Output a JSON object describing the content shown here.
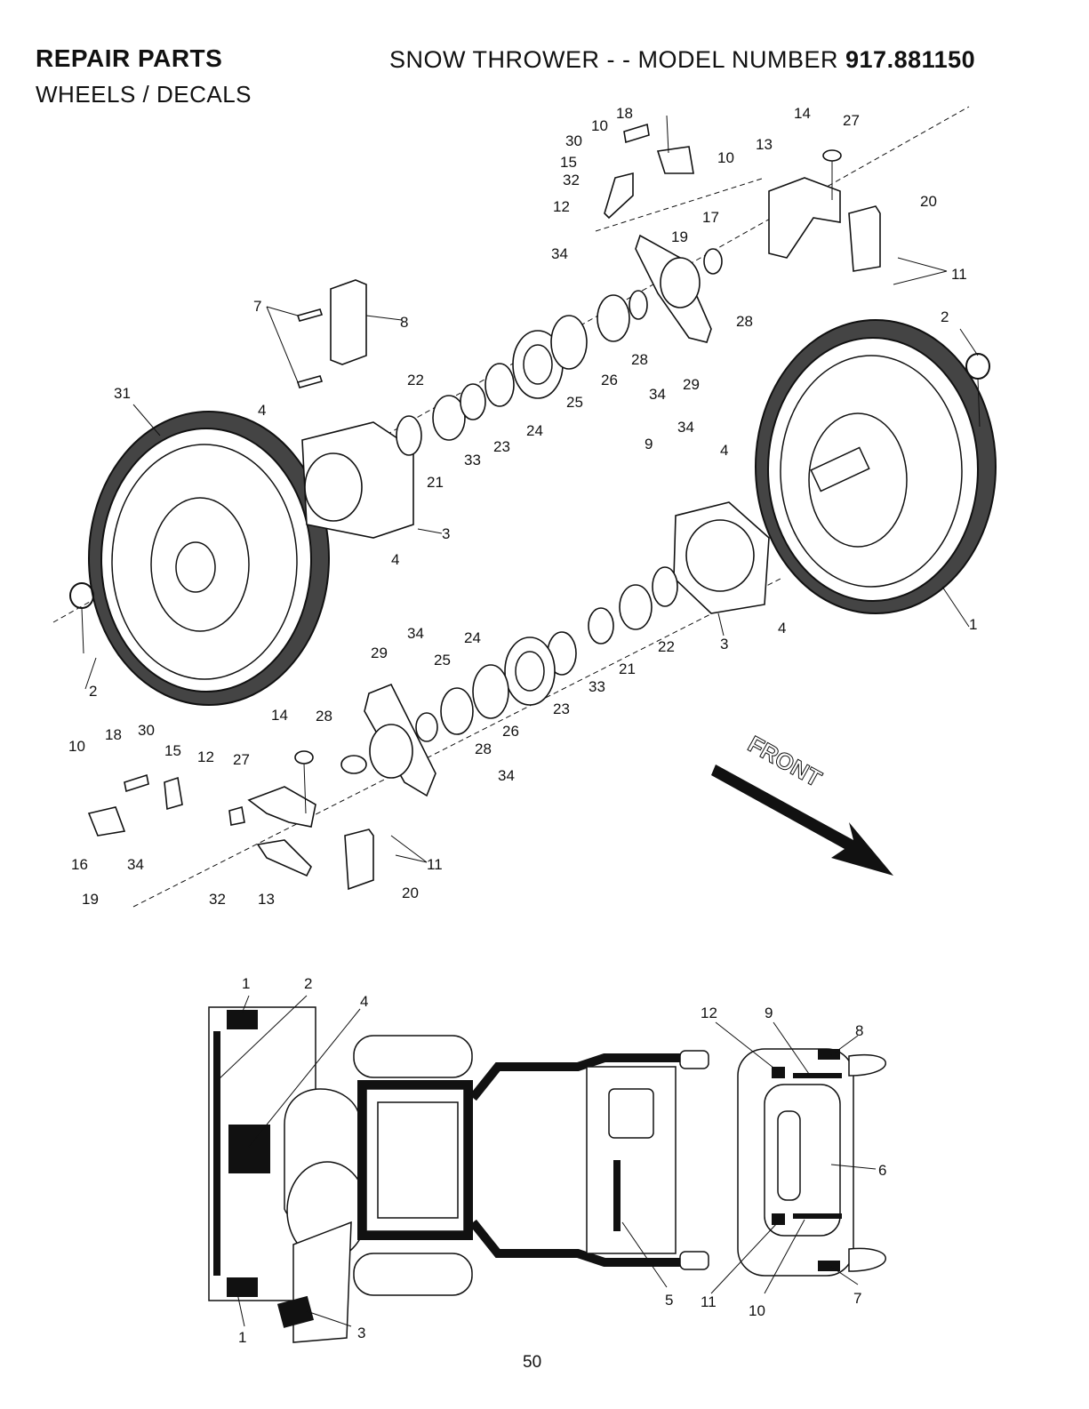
{
  "header": {
    "section": "REPAIR PARTS",
    "product_prefix": "SNOW THROWER - - MODEL NUMBER",
    "model_number": "917.881150",
    "subtitle": "WHEELS / DECALS"
  },
  "front_label": "FRONT",
  "page_number": "50",
  "wheels_callouts": [
    "1",
    "2",
    "2",
    "3",
    "3",
    "4",
    "4",
    "4",
    "4",
    "7",
    "8",
    "9",
    "10",
    "10",
    "10",
    "11",
    "11",
    "12",
    "12",
    "13",
    "13",
    "14",
    "14",
    "15",
    "15",
    "16",
    "17",
    "18",
    "18",
    "19",
    "19",
    "20",
    "20",
    "21",
    "21",
    "22",
    "22",
    "23",
    "23",
    "24",
    "24",
    "25",
    "25",
    "26",
    "26",
    "27",
    "27",
    "28",
    "28",
    "28",
    "28",
    "29",
    "29",
    "30",
    "30",
    "31",
    "32",
    "32",
    "33",
    "33",
    "34",
    "34",
    "34",
    "34",
    "34",
    "34"
  ],
  "decals_callouts": [
    "1",
    "1",
    "2",
    "3",
    "4",
    "5",
    "6",
    "7",
    "8",
    "9",
    "10",
    "11",
    "12"
  ],
  "colors": {
    "ink": "#111111",
    "paper": "#ffffff"
  }
}
